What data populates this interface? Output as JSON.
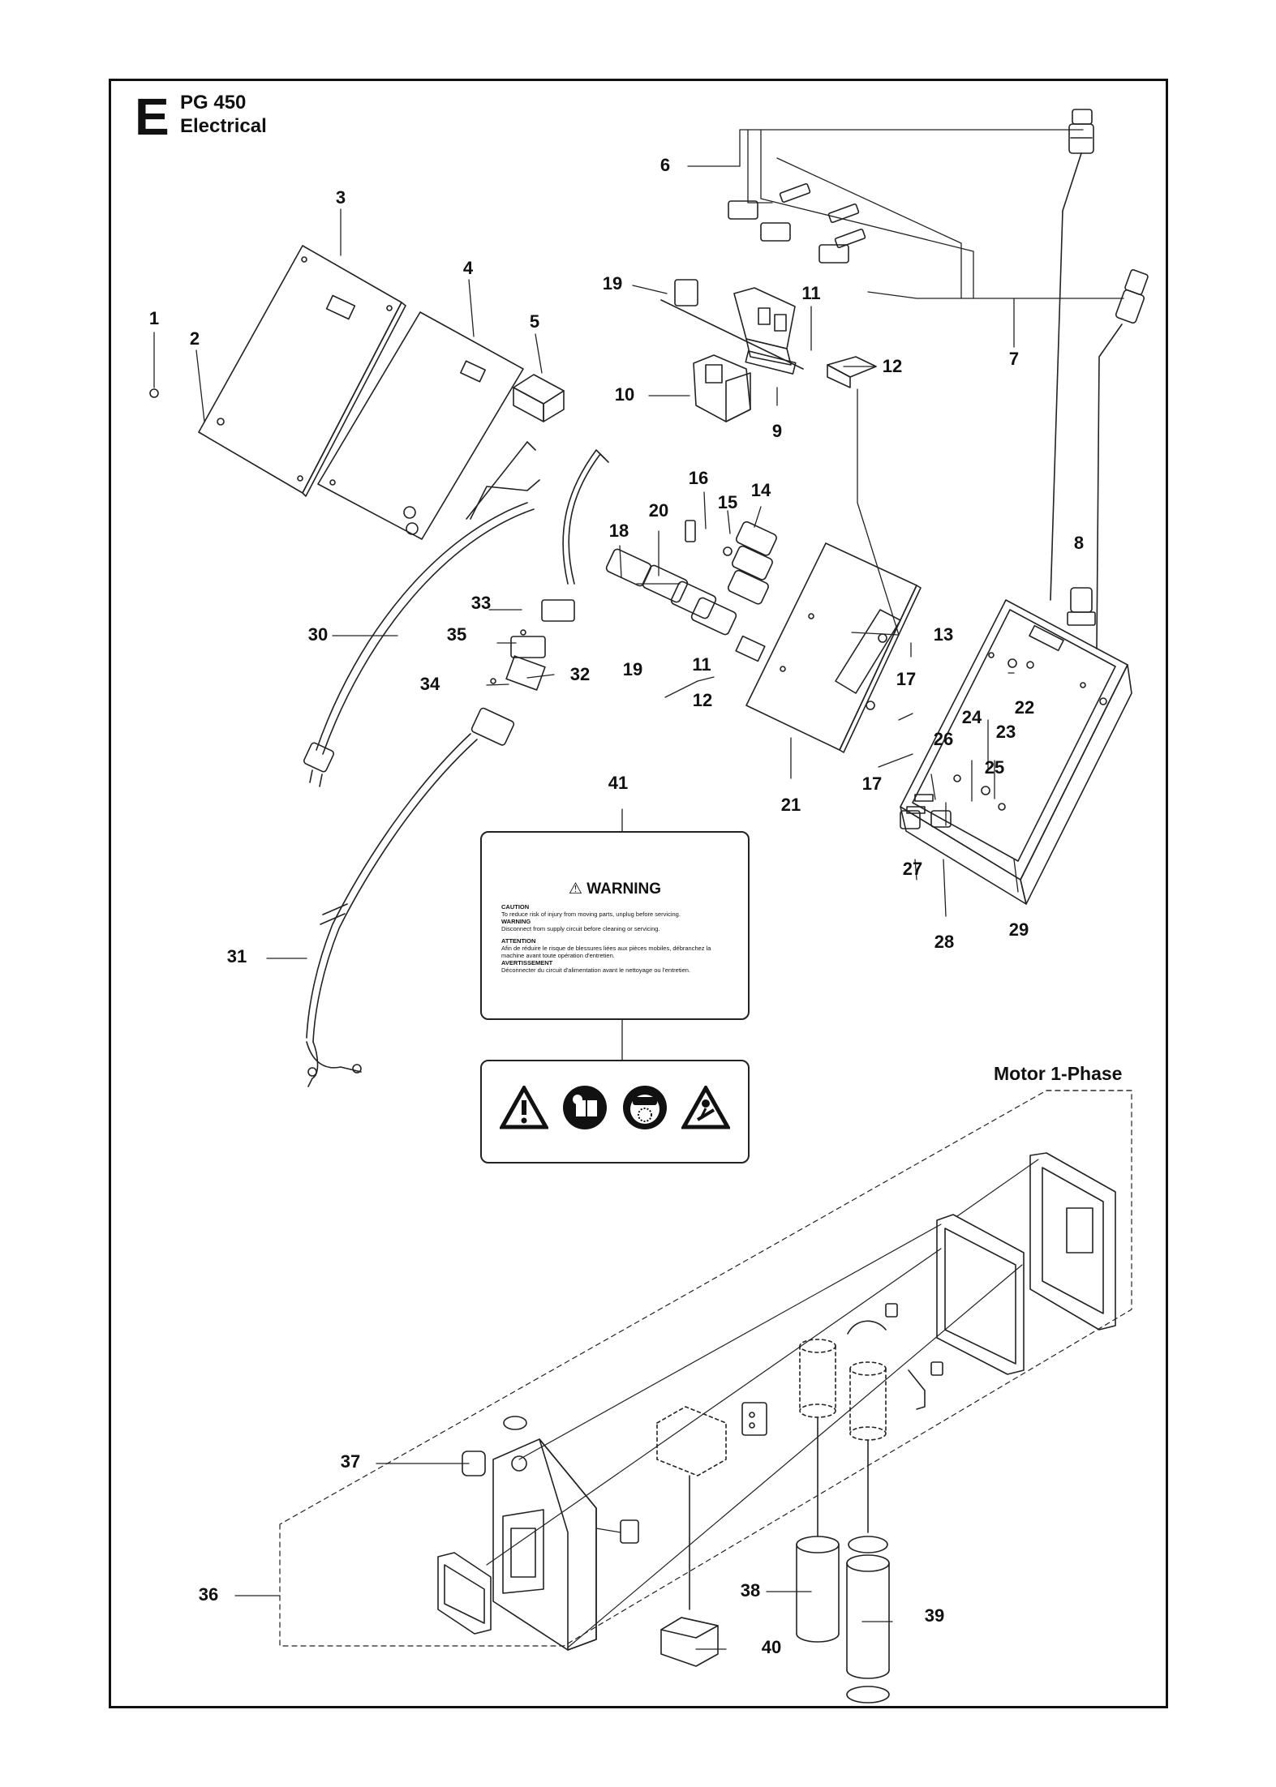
{
  "header": {
    "section_letter": "E",
    "model": "PG 450",
    "section_name": "Electrical"
  },
  "motor_group": {
    "title": "Motor 1-Phase"
  },
  "callouts": {
    "c1": "1",
    "c2": "2",
    "c3": "3",
    "c4": "4",
    "c5": "5",
    "c6": "6",
    "c7": "7",
    "c8": "8",
    "c9": "9",
    "c10": "10",
    "c11a": "11",
    "c11b": "11",
    "c12a": "12",
    "c12b": "12",
    "c13": "13",
    "c14": "14",
    "c15": "15",
    "c16": "16",
    "c17a": "17",
    "c17b": "17",
    "c18": "18",
    "c19a": "19",
    "c19b": "19",
    "c20": "20",
    "c21": "21",
    "c22": "22",
    "c23": "23",
    "c24": "24",
    "c25": "25",
    "c26": "26",
    "c27": "27",
    "c28": "28",
    "c29": "29",
    "c30": "30",
    "c31": "31",
    "c32": "32",
    "c33": "33",
    "c34": "34",
    "c35": "35",
    "c36": "36",
    "c37": "37",
    "c38": "38",
    "c39": "39",
    "c40": "40",
    "c41": "41"
  },
  "warning_label": {
    "heading": "⚠ WARNING",
    "caution_title": "CAUTION",
    "caution_text": "To reduce risk of injury from moving parts, unplug before servicing.",
    "warning_title": "WARNING",
    "warning_text": "Disconnect from supply circuit before cleaning or servicing.",
    "attention_title": "ATTENTION",
    "attention_text": "Afin de réduire le risque de blessures liées aux pièces mobiles, débranchez la machine avant toute opération d'entretien.",
    "avertissement_title": "AVERTISSEMENT",
    "avertissement_text": "Déconnecter du circuit d'alimentation avant le nettoyage ou l'entretien.",
    "icons": [
      "warning-triangle-icon",
      "read-manual-icon",
      "protective-mask-icon",
      "moving-parts-hazard-icon"
    ]
  }
}
